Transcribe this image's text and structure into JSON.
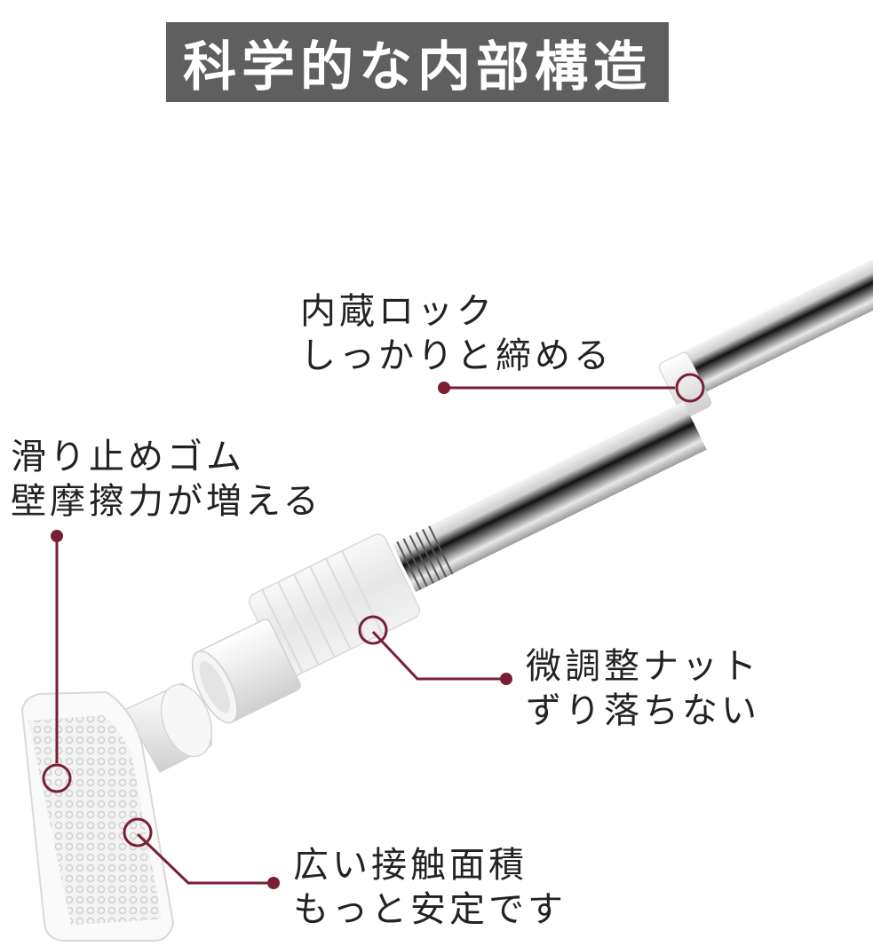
{
  "title": "科学的な内部構造",
  "accent_color": "#7a1e35",
  "callouts": {
    "lock": {
      "line1": "内蔵ロック",
      "line2": "しっかりと締める"
    },
    "rubber": {
      "line1": "滑り止めゴム",
      "line2": "壁摩擦力が増える"
    },
    "nut": {
      "line1": "微調整ナット",
      "line2": "ずり落ちない"
    },
    "contact": {
      "line1": "広い接触面積",
      "line2": "もっと安定です"
    }
  },
  "icons": [
    "tension-rod-illustration",
    "end-cap-pad-icon"
  ]
}
